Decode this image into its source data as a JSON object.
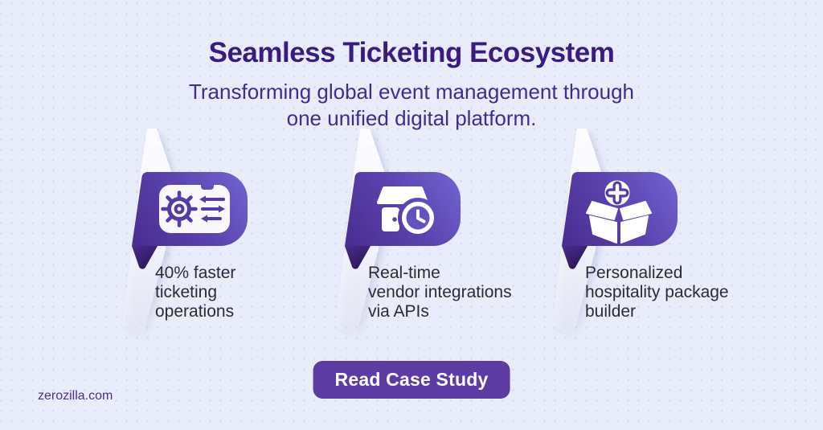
{
  "colors": {
    "background": "#e9edfb",
    "title_text": "#3a1b80",
    "subtitle_text": "#3f2c8f",
    "badge_gradient_start": "#46298b",
    "badge_gradient_end": "#7164d1",
    "badge_tail": "#2a1456",
    "icon_purple": "#563aa6",
    "button_background": "#5c3ba2",
    "button_text": "#ffffff",
    "caption_text": "#2b2b30",
    "footer_text": "#4b2c93"
  },
  "header": {
    "title": "Seamless Ticketing Ecosystem",
    "subtitle_line1": "Transforming global event management through",
    "subtitle_line2": "one unified digital platform."
  },
  "features": [
    {
      "icon": "gear-sliders-icon",
      "lines": [
        "40% faster",
        "ticketing",
        "operations"
      ]
    },
    {
      "icon": "storefront-clock-icon",
      "lines": [
        "Real-time",
        "vendor integrations",
        "via APIs"
      ]
    },
    {
      "icon": "box-plus-icon",
      "lines": [
        "Personalized",
        "hospitality package",
        "builder"
      ]
    }
  ],
  "cta": {
    "label": "Read Case Study"
  },
  "footer": {
    "website": "zerozilla.com"
  }
}
